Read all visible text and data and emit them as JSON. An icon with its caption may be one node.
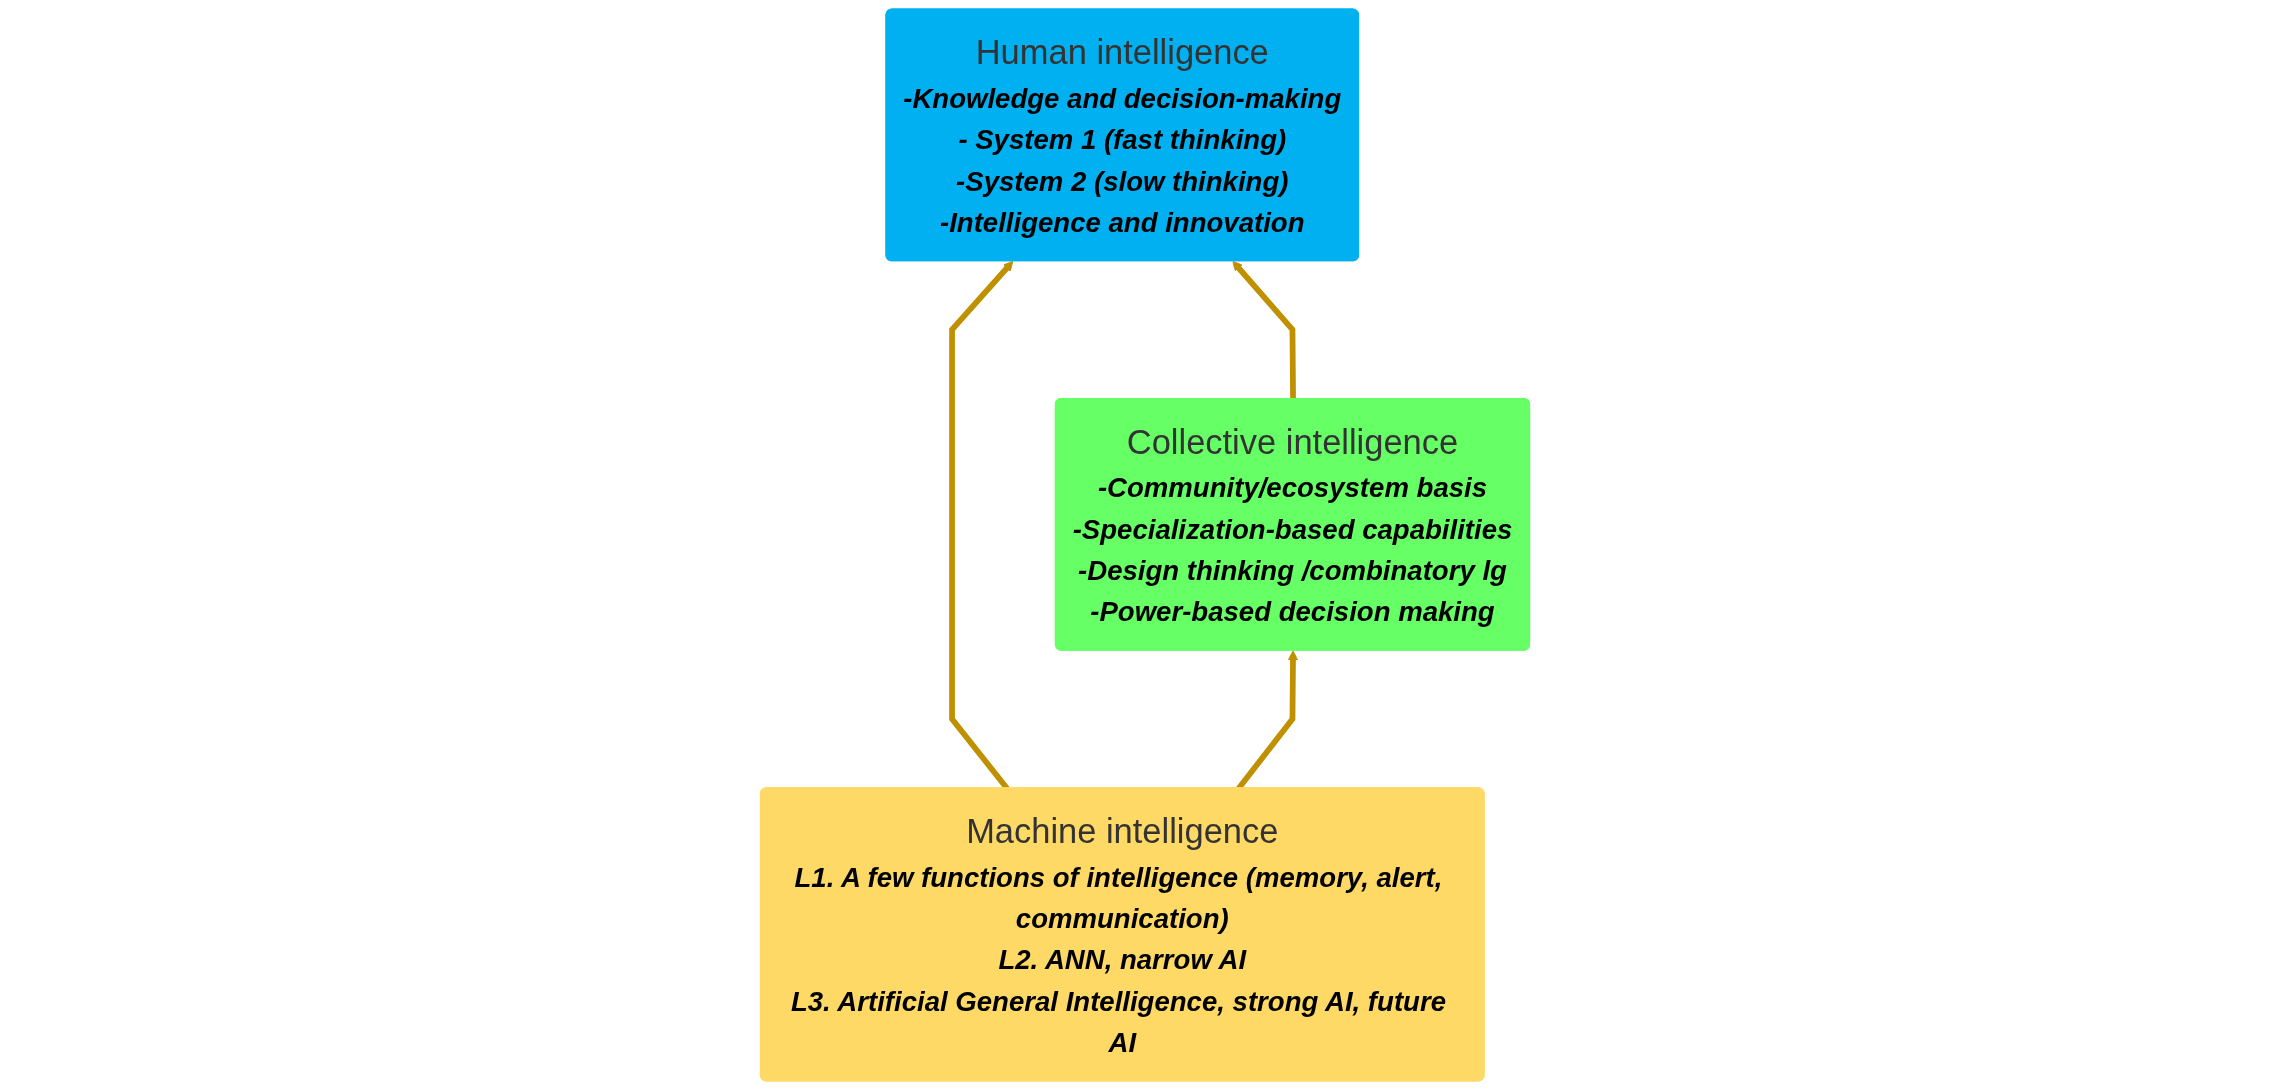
{
  "diagram": {
    "nodes": [
      {
        "text": [
          "Human intelligence",
          "-Knowledge and decision-making",
          "- System 1 (fast thinking)",
          "-System 2 (slow thinking)",
          "-Intelligence and innovation"
        ]
      },
      {
        "text": [
          "Machine intelligence",
          "L1. A few functions of intelligence (memory, alert, communication)",
          "L2. ANN, narrow AI",
          "L3. Artificial General Intelligence, strong AI, future AI"
        ]
      },
      {
        "text": [
          "Collective intelligence",
          "-Community/ecosystem basis",
          "-Specialization-based capabilities",
          "-Design thinking /combinatory lg",
          "-Power-based decision making"
        ]
      }
    ],
    "edges": [
      {
        "from": 1,
        "to": 0,
        "arrow": "to"
      },
      {
        "from": 2,
        "to": 0,
        "arrow": "to"
      },
      {
        "from": 1,
        "to": 2,
        "arrow": "to"
      }
    ]
  }
}
